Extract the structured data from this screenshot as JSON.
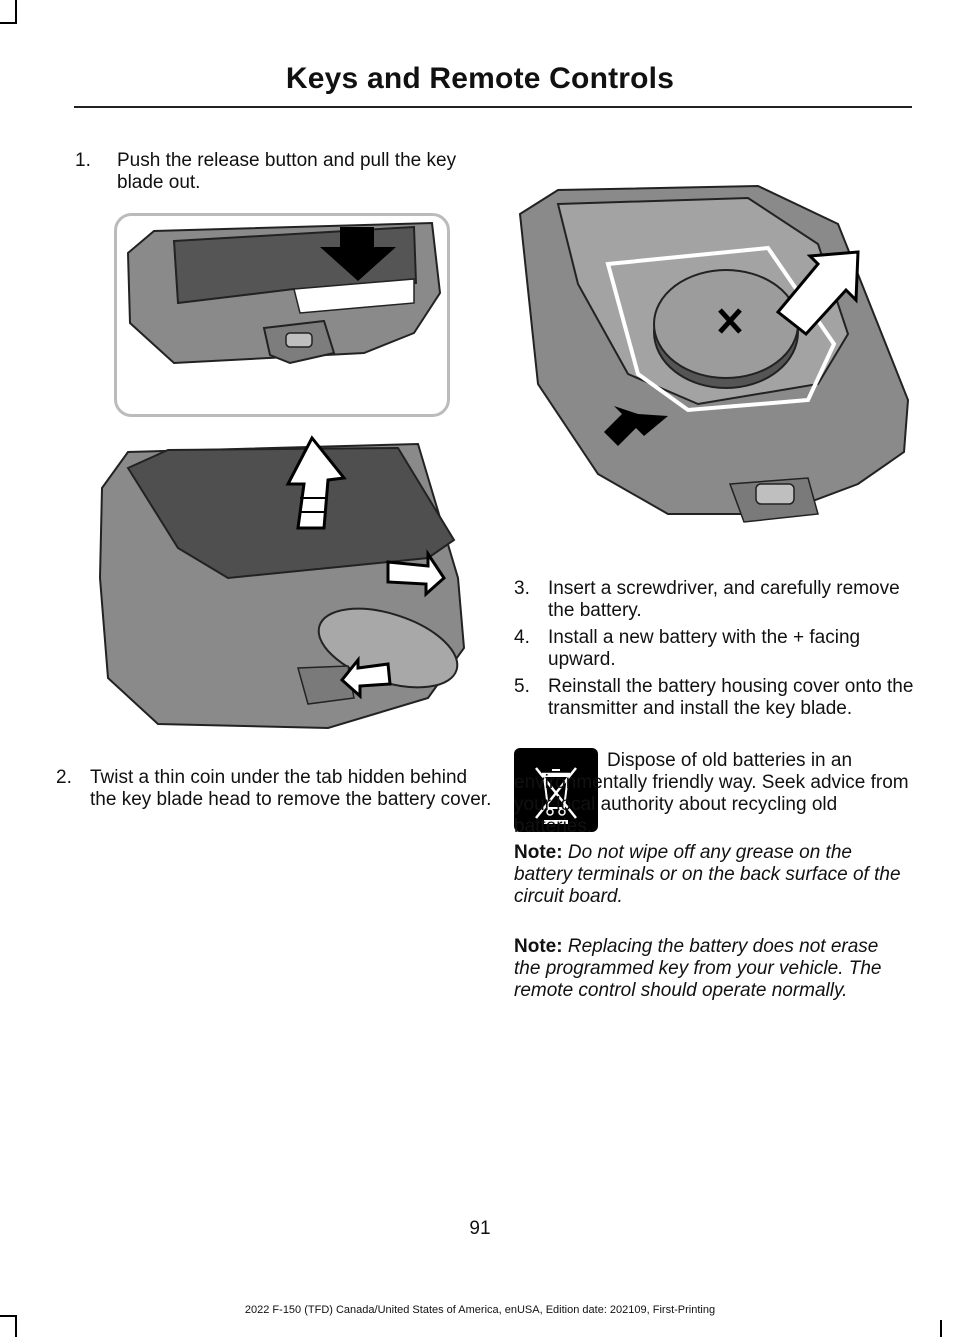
{
  "header": {
    "title": "Keys and Remote Controls"
  },
  "steps": [
    {
      "number": "1.",
      "text": "Push the release button and pull the key blade out."
    },
    {
      "number": "2.",
      "text": "Twist a thin coin under the tab hidden behind the key blade head to remove the battery cover."
    },
    {
      "number": "3.",
      "text": "Insert a screwdriver, and carefully remove the battery."
    },
    {
      "number": "4.",
      "text": "Install a new battery with the + facing upward."
    },
    {
      "number": "5.",
      "text": "Reinstall the battery housing cover onto the transmitter and install the key blade."
    }
  ],
  "disposal": {
    "text": "Dispose of old batteries in an environmentally friendly way. Seek advice from your local authority about recycling old batteries."
  },
  "notes": [
    {
      "label": "Note:",
      "text": "Do not wipe off any grease on the battery terminals or on the back surface of the circuit board."
    },
    {
      "label": "Note:",
      "text": "Replacing the battery does not erase the programmed key from your vehicle.  The remote control should operate normally."
    }
  ],
  "page_number": "91",
  "footer": {
    "text": "2022 F-150 (TFD) Canada/United States of America, enUSA, Edition date: 202109, First-Printing"
  },
  "colors": {
    "key_body": "#8a8a8a",
    "key_dark": "#555555",
    "arrow": "#000000"
  },
  "icons": [
    "release-arrow-icon",
    "lift-arrow-icon",
    "battery-plus-icon",
    "recycle-bin-icon"
  ]
}
